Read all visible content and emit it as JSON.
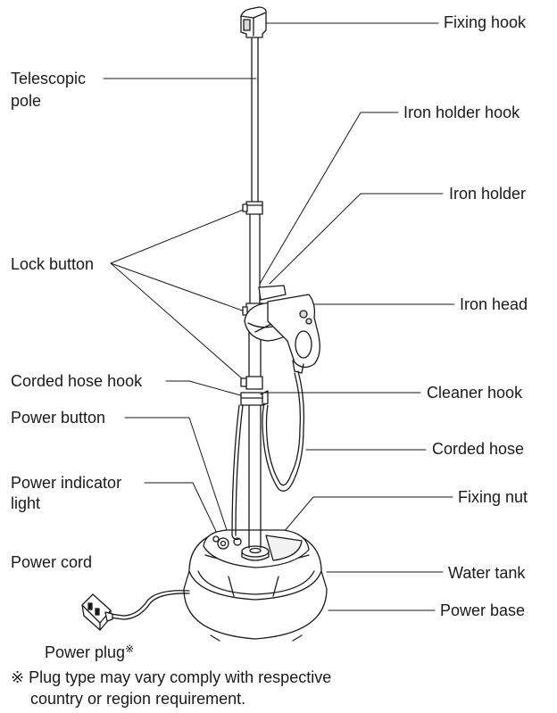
{
  "diagram": {
    "labels": {
      "fixing_hook": "Fixing hook",
      "telescopic_pole_line1": "Telescopic",
      "telescopic_pole_line2": "pole",
      "iron_holder_hook": "Iron holder hook",
      "iron_holder": "Iron holder",
      "lock_button": "Lock button",
      "iron_head": "Iron head",
      "corded_hose_hook": "Corded hose hook",
      "cleaner_hook": "Cleaner hook",
      "power_button": "Power button",
      "corded_hose": "Corded hose",
      "power_indicator_line1": "Power indicator",
      "power_indicator_line2": "light",
      "fixing_nut": "Fixing nut",
      "power_cord": "Power cord",
      "water_tank": "Water tank",
      "power_base": "Power base",
      "power_plug": "Power plug",
      "power_plug_mark": "※"
    },
    "footnote": {
      "line1": "※ Plug type may vary comply with respective",
      "line2": "country or region requirement."
    },
    "colors": {
      "line": "#1a1a1a",
      "fill_light": "#f2f2f2",
      "fill_mid": "#d9d9d9"
    }
  }
}
